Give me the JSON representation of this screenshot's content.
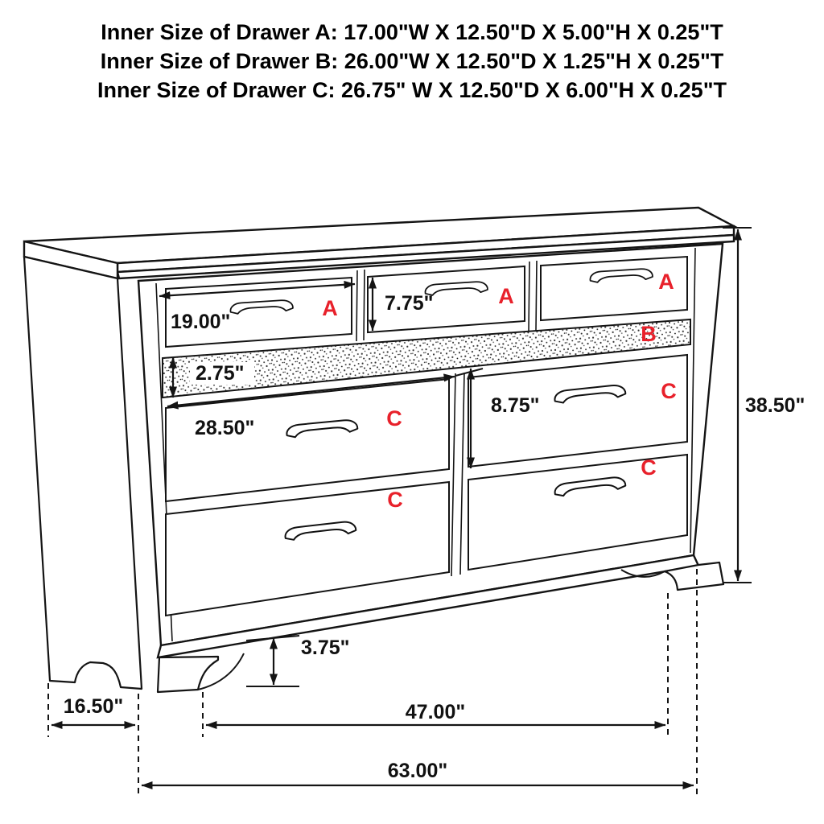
{
  "title": {
    "line1": "Inner Size of Drawer A: 17.00\"W X 12.50\"D X 5.00\"H X 0.25\"T",
    "line2": "Inner Size of Drawer B: 26.00\"W X 12.50\"D X 1.25\"H X 0.25\"T",
    "line3": "Inner Size of Drawer C: 26.75\" W X 12.50\"D X 6.00\"H X 0.25\"T"
  },
  "drawer_labels": {
    "top_left": "A",
    "top_middle": "A",
    "top_right": "A",
    "jewelry": "B",
    "mid_left": "C",
    "mid_right": "C",
    "bottom_left": "C",
    "bottom_right": "C"
  },
  "dimensions": {
    "drawer_a_width": "19.00\"",
    "drawer_a_height": "7.75\"",
    "drawer_b_height": "2.75\"",
    "drawer_c_width": "28.50\"",
    "drawer_c_height": "8.75\"",
    "overall_height": "38.50\"",
    "leg_height": "3.75\"",
    "side_depth": "16.50\"",
    "leg_span": "47.00\"",
    "overall_width": "63.00\""
  },
  "colors": {
    "label_red": "#e8212b",
    "line_black": "#141414"
  }
}
